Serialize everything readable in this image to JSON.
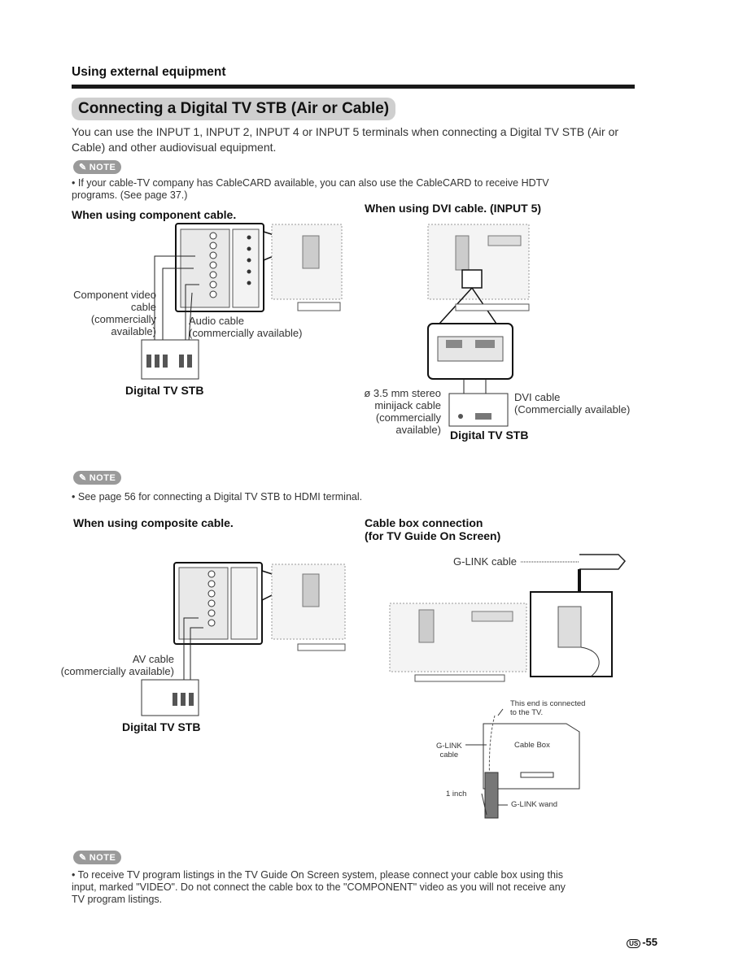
{
  "header": "Using external equipment",
  "section_title": "Connecting a Digital TV STB (Air or Cable)",
  "intro": "You can use the INPUT 1, INPUT 2, INPUT 4 or INPUT 5 terminals when connecting a Digital TV STB (Air or Cable) and other audiovisual equipment.",
  "note_label": "NOTE",
  "note1": "If your cable-TV company has CableCARD available, you can also use the CableCARD to receive HDTV programs. (See page 37.)",
  "component": {
    "title": "When using component cable.",
    "video_cable": [
      "Component video",
      "cable",
      "(commercially",
      "available)"
    ],
    "audio_cable": [
      "Audio cable",
      "(commercially available)"
    ],
    "stb": "Digital TV STB"
  },
  "dvi": {
    "title": "When using DVI cable. (INPUT 5)",
    "minijack": [
      "ø 3.5 mm stereo",
      "minijack cable",
      "(commercially",
      "available)"
    ],
    "dvi_cable": [
      "DVI cable",
      "(Commercially available)"
    ],
    "stb": "Digital TV STB"
  },
  "note2": "See page 56 for connecting a Digital TV STB to HDMI terminal.",
  "composite": {
    "title": "When using composite cable.",
    "av_cable": [
      "AV cable",
      "(commercially available)"
    ],
    "stb": "Digital TV STB"
  },
  "cablebox": {
    "title": [
      "Cable box connection",
      "(for TV Guide On Screen)"
    ],
    "glink_cable": "G-LINK cable",
    "end_connected": [
      "This end is connected",
      "to the TV."
    ],
    "glink_cable2": [
      "G-LINK",
      "cable"
    ],
    "cable_box": "Cable Box",
    "inch": "1 inch",
    "wand": "G-LINK wand"
  },
  "note3": "To receive TV program listings in the TV Guide On Screen system, please connect your cable box using this input, marked \"VIDEO\". Do not connect the cable box to the \"COMPONENT\" video as you will not receive any TV program listings.",
  "page": {
    "region": "US",
    "number": "-55"
  }
}
